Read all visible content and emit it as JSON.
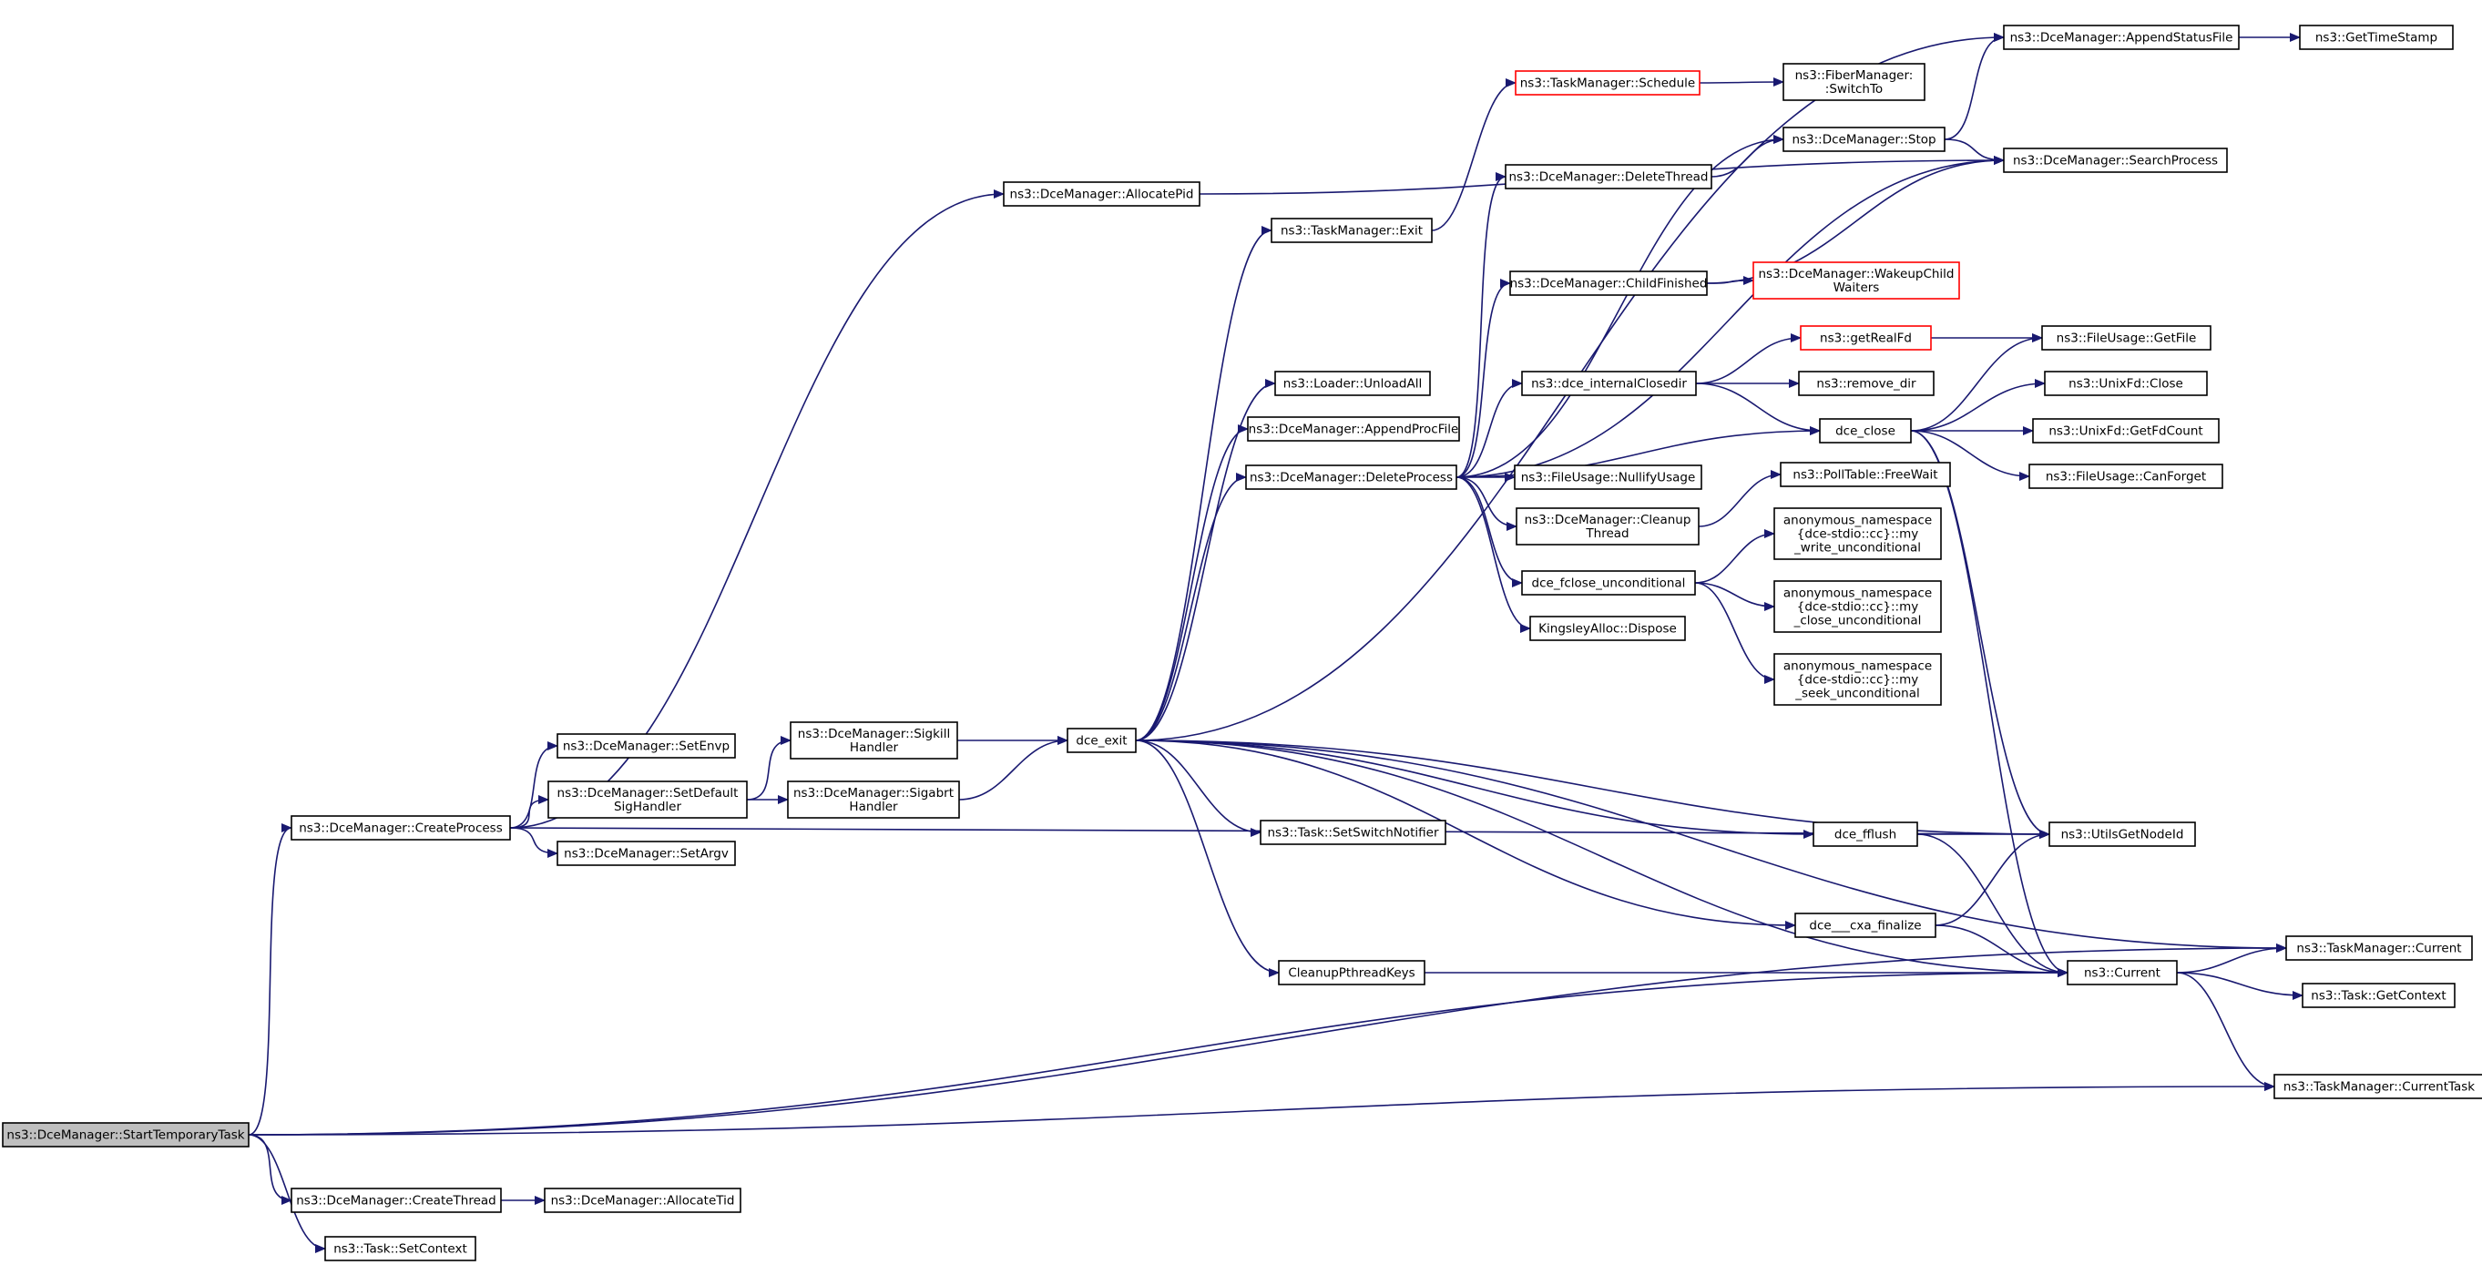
{
  "graph": {
    "colors": {
      "edge": "#191970",
      "node_border": "#000000",
      "node_border_missing": "#ff0000",
      "root_fill": "#bfbfbf",
      "background": "#ffffff"
    },
    "nodes": [
      {
        "id": "start",
        "lines": [
          "ns3::DceManager::StartTemporaryTask"
        ],
        "style": "root"
      },
      {
        "id": "createProcess",
        "lines": [
          "ns3::DceManager::CreateProcess"
        ]
      },
      {
        "id": "createThread",
        "lines": [
          "ns3::DceManager::CreateThread"
        ]
      },
      {
        "id": "taskSetContext",
        "lines": [
          "ns3::Task::SetContext"
        ]
      },
      {
        "id": "allocateTid",
        "lines": [
          "ns3::DceManager::AllocateTid"
        ]
      },
      {
        "id": "allocatePid",
        "lines": [
          "ns3::DceManager::AllocatePid"
        ]
      },
      {
        "id": "setEnvp",
        "lines": [
          "ns3::DceManager::SetEnvp"
        ]
      },
      {
        "id": "setDefaultSig",
        "lines": [
          "ns3::DceManager::SetDefault",
          "SigHandler"
        ]
      },
      {
        "id": "setArgv",
        "lines": [
          "ns3::DceManager::SetArgv"
        ]
      },
      {
        "id": "sigkill",
        "lines": [
          "ns3::DceManager::Sigkill",
          "Handler"
        ]
      },
      {
        "id": "sigabrt",
        "lines": [
          "ns3::DceManager::Sigabrt",
          "Handler"
        ]
      },
      {
        "id": "dceExit",
        "lines": [
          "dce_exit"
        ]
      },
      {
        "id": "tmExit",
        "lines": [
          "ns3::TaskManager::Exit"
        ]
      },
      {
        "id": "unloadAll",
        "lines": [
          "ns3::Loader::UnloadAll"
        ]
      },
      {
        "id": "appendProc",
        "lines": [
          "ns3::DceManager::AppendProcFile"
        ]
      },
      {
        "id": "deleteProcess",
        "lines": [
          "ns3::DceManager::DeleteProcess"
        ]
      },
      {
        "id": "setSwitch",
        "lines": [
          "ns3::Task::SetSwitchNotifier"
        ]
      },
      {
        "id": "cleanupKeys",
        "lines": [
          "CleanupPthreadKeys"
        ]
      },
      {
        "id": "schedule",
        "lines": [
          "ns3::TaskManager::Schedule"
        ],
        "style": "missing"
      },
      {
        "id": "switchTo",
        "lines": [
          "ns3::FiberManager:",
          ":SwitchTo"
        ]
      },
      {
        "id": "deleteThread",
        "lines": [
          "ns3::DceManager::DeleteThread"
        ]
      },
      {
        "id": "stop",
        "lines": [
          "ns3::DceManager::Stop"
        ]
      },
      {
        "id": "childFinished",
        "lines": [
          "ns3::DceManager::ChildFinished"
        ]
      },
      {
        "id": "wakeup",
        "lines": [
          "ns3::DceManager::WakeupChild",
          "Waiters"
        ],
        "style": "missing"
      },
      {
        "id": "internalClosedir",
        "lines": [
          "ns3::dce_internalClosedir"
        ]
      },
      {
        "id": "getRealFd",
        "lines": [
          "ns3::getRealFd"
        ],
        "style": "missing"
      },
      {
        "id": "removeDir",
        "lines": [
          "ns3::remove_dir"
        ]
      },
      {
        "id": "dceClose",
        "lines": [
          "dce_close"
        ]
      },
      {
        "id": "nullifyUsage",
        "lines": [
          "ns3::FileUsage::NullifyUsage"
        ]
      },
      {
        "id": "cleanupThread",
        "lines": [
          "ns3::DceManager::Cleanup",
          "Thread"
        ]
      },
      {
        "id": "pollFreeWait",
        "lines": [
          "ns3::PollTable::FreeWait"
        ]
      },
      {
        "id": "fcloseUncond",
        "lines": [
          "dce_fclose_unconditional"
        ]
      },
      {
        "id": "kingsley",
        "lines": [
          "KingsleyAlloc::Dispose"
        ]
      },
      {
        "id": "myWrite",
        "lines": [
          "anonymous_namespace",
          "{dce-stdio::cc}::my",
          "_write_unconditional"
        ]
      },
      {
        "id": "myClose",
        "lines": [
          "anonymous_namespace",
          "{dce-stdio::cc}::my",
          "_close_unconditional"
        ]
      },
      {
        "id": "mySeek",
        "lines": [
          "anonymous_namespace",
          "{dce-stdio::cc}::my",
          "_seek_unconditional"
        ]
      },
      {
        "id": "appendStatus",
        "lines": [
          "ns3::DceManager::AppendStatusFile"
        ]
      },
      {
        "id": "getTimeStamp",
        "lines": [
          "ns3::GetTimeStamp"
        ]
      },
      {
        "id": "searchProcess",
        "lines": [
          "ns3::DceManager::SearchProcess"
        ]
      },
      {
        "id": "fileUsageGetFile",
        "lines": [
          "ns3::FileUsage::GetFile"
        ]
      },
      {
        "id": "unixFdClose",
        "lines": [
          "ns3::UnixFd::Close"
        ]
      },
      {
        "id": "getFdCount",
        "lines": [
          "ns3::UnixFd::GetFdCount"
        ]
      },
      {
        "id": "canForget",
        "lines": [
          "ns3::FileUsage::CanForget"
        ]
      },
      {
        "id": "dceFflush",
        "lines": [
          "dce_fflush"
        ]
      },
      {
        "id": "cxaFinalize",
        "lines": [
          "dce___cxa_finalize"
        ]
      },
      {
        "id": "utilsGetNodeId",
        "lines": [
          "ns3::UtilsGetNodeId"
        ]
      },
      {
        "id": "ns3Current",
        "lines": [
          "ns3::Current"
        ]
      },
      {
        "id": "tmCurrent",
        "lines": [
          "ns3::TaskManager::Current"
        ]
      },
      {
        "id": "taskGetContext",
        "lines": [
          "ns3::Task::GetContext"
        ]
      },
      {
        "id": "tmCurrentTask",
        "lines": [
          "ns3::TaskManager::CurrentTask"
        ]
      }
    ],
    "edges": [
      [
        "start",
        "createProcess"
      ],
      [
        "start",
        "createThread"
      ],
      [
        "start",
        "taskSetContext"
      ],
      [
        "start",
        "ns3Current"
      ],
      [
        "start",
        "tmCurrent"
      ],
      [
        "start",
        "tmCurrentTask"
      ],
      [
        "createThread",
        "allocateTid"
      ],
      [
        "createProcess",
        "allocatePid"
      ],
      [
        "createProcess",
        "setEnvp"
      ],
      [
        "createProcess",
        "setDefaultSig"
      ],
      [
        "createProcess",
        "setArgv"
      ],
      [
        "createProcess",
        "utilsGetNodeId"
      ],
      [
        "allocatePid",
        "searchProcess"
      ],
      [
        "setDefaultSig",
        "sigkill"
      ],
      [
        "setDefaultSig",
        "sigabrt"
      ],
      [
        "sigkill",
        "dceExit"
      ],
      [
        "sigabrt",
        "dceExit"
      ],
      [
        "dceExit",
        "appendStatus"
      ],
      [
        "dceExit",
        "tmExit"
      ],
      [
        "dceExit",
        "unloadAll"
      ],
      [
        "dceExit",
        "appendProc"
      ],
      [
        "dceExit",
        "deleteProcess"
      ],
      [
        "dceExit",
        "setSwitch"
      ],
      [
        "dceExit",
        "cleanupKeys"
      ],
      [
        "dceExit",
        "dceFflush"
      ],
      [
        "dceExit",
        "cxaFinalize"
      ],
      [
        "dceExit",
        "utilsGetNodeId"
      ],
      [
        "dceExit",
        "ns3Current"
      ],
      [
        "dceExit",
        "tmCurrent"
      ],
      [
        "tmExit",
        "schedule"
      ],
      [
        "schedule",
        "switchTo"
      ],
      [
        "deleteProcess",
        "deleteThread"
      ],
      [
        "deleteProcess",
        "stop"
      ],
      [
        "deleteProcess",
        "searchProcess"
      ],
      [
        "deleteProcess",
        "childFinished"
      ],
      [
        "deleteProcess",
        "internalClosedir"
      ],
      [
        "deleteProcess",
        "dceClose"
      ],
      [
        "deleteProcess",
        "nullifyUsage"
      ],
      [
        "deleteProcess",
        "cleanupThread"
      ],
      [
        "deleteProcess",
        "fcloseUncond"
      ],
      [
        "deleteProcess",
        "kingsley"
      ],
      [
        "deleteThread",
        "stop"
      ],
      [
        "stop",
        "appendStatus"
      ],
      [
        "stop",
        "searchProcess"
      ],
      [
        "childFinished",
        "wakeup"
      ],
      [
        "childFinished",
        "searchProcess"
      ],
      [
        "internalClosedir",
        "getRealFd"
      ],
      [
        "internalClosedir",
        "removeDir"
      ],
      [
        "internalClosedir",
        "dceClose"
      ],
      [
        "getRealFd",
        "fileUsageGetFile"
      ],
      [
        "dceClose",
        "fileUsageGetFile"
      ],
      [
        "dceClose",
        "unixFdClose"
      ],
      [
        "dceClose",
        "getFdCount"
      ],
      [
        "dceClose",
        "canForget"
      ],
      [
        "dceClose",
        "utilsGetNodeId"
      ],
      [
        "dceClose",
        "ns3Current"
      ],
      [
        "cleanupThread",
        "pollFreeWait"
      ],
      [
        "fcloseUncond",
        "myWrite"
      ],
      [
        "fcloseUncond",
        "myClose"
      ],
      [
        "fcloseUncond",
        "mySeek"
      ],
      [
        "appendStatus",
        "getTimeStamp"
      ],
      [
        "dceFflush",
        "utilsGetNodeId"
      ],
      [
        "dceFflush",
        "ns3Current"
      ],
      [
        "cxaFinalize",
        "utilsGetNodeId"
      ],
      [
        "cxaFinalize",
        "ns3Current"
      ],
      [
        "cleanupKeys",
        "ns3Current"
      ],
      [
        "ns3Current",
        "tmCurrent"
      ],
      [
        "ns3Current",
        "taskGetContext"
      ],
      [
        "ns3Current",
        "tmCurrentTask"
      ]
    ]
  }
}
